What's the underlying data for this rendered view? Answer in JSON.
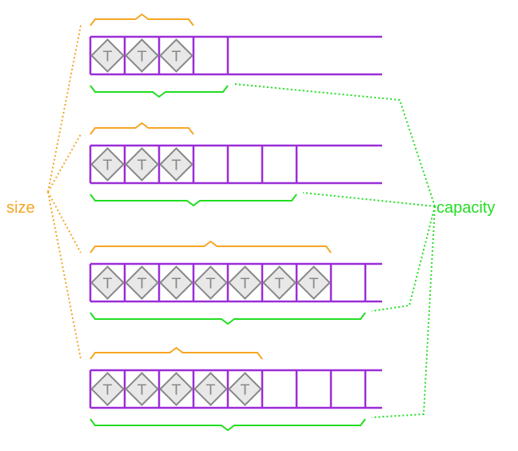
{
  "labels": {
    "size": "size",
    "capacity": "capacity"
  },
  "element_glyph": "T",
  "colors": {
    "size": "#f5a623",
    "capacity": "#22dd22",
    "frame": "#9b2dd8",
    "tile_fill": "#e8e8e8",
    "tile_stroke": "#888888"
  },
  "vectors": [
    {
      "size": 3,
      "capacity": 4
    },
    {
      "size": 3,
      "capacity": 6
    },
    {
      "size": 7,
      "capacity": 8
    },
    {
      "size": 5,
      "capacity": 8
    }
  ]
}
